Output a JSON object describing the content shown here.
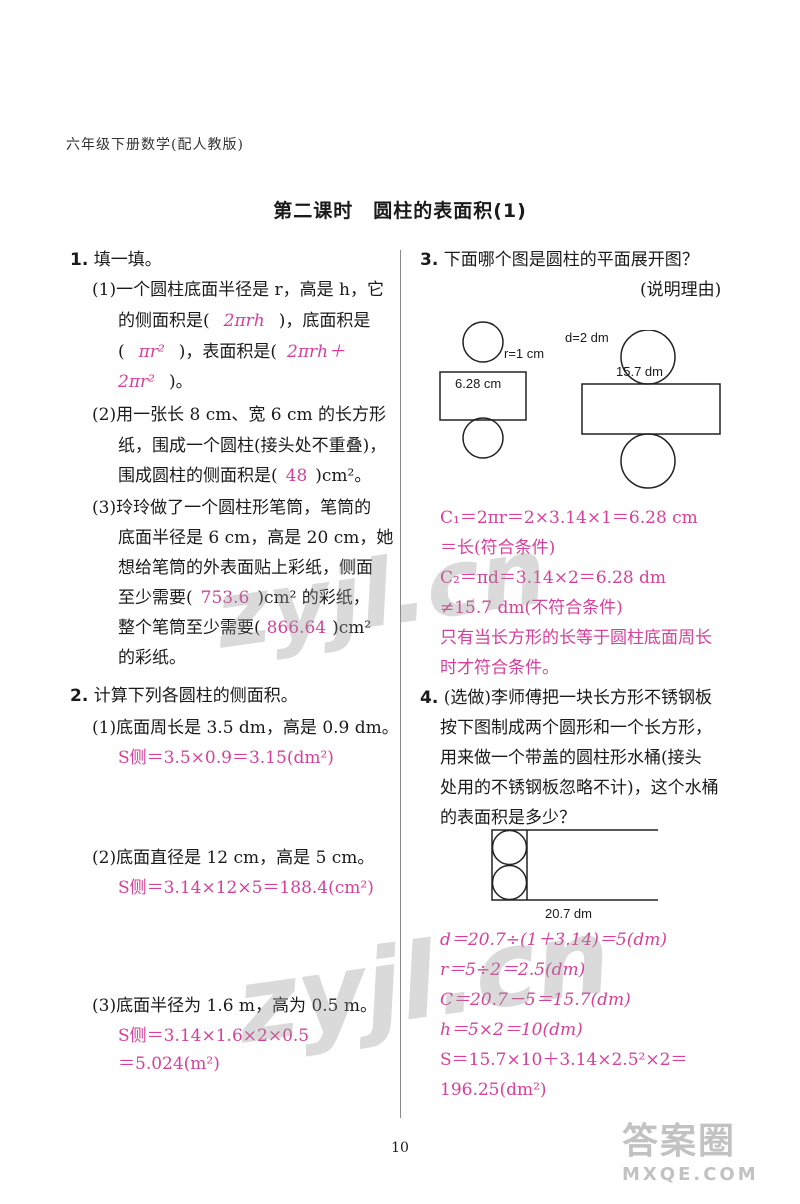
{
  "header": {
    "book_title": "六年级下册数学(配人教版)"
  },
  "title": "第二课时　圆柱的表面积(1)",
  "q1": {
    "num": "1.",
    "stem": "填一填。",
    "p1_l1": "(1)一个圆柱底面半径是 r，高是 h，它",
    "p1_l2a": "的侧面积是(",
    "p1_ans1": "2πrh",
    "p1_l2b": ")，底面积是",
    "p1_l3a": "(",
    "p1_ans2": "πr²",
    "p1_l3b": ")，表面积是(",
    "p1_ans3a": "2πrh＋",
    "p1_ans3b": "2πr²",
    "p1_l4b": ")。",
    "p2_l1": "(2)用一张长 8 cm、宽 6 cm 的长方形",
    "p2_l2": "纸，围成一个圆柱(接头处不重叠)，",
    "p2_l3a": "围成圆柱的侧面积是(",
    "p2_ans": "48",
    "p2_l3b": ")cm²。",
    "p3_l1": "(3)玲玲做了一个圆柱形笔筒，笔筒的",
    "p3_l2": "底面半径是 6 cm，高是 20 cm，她",
    "p3_l3": "想给笔筒的外表面贴上彩纸，侧面",
    "p3_l4a": "至少需要(",
    "p3_ans1": "753.6",
    "p3_l4b": ")cm² 的彩纸，",
    "p3_l5a": "整个笔筒至少需要(",
    "p3_ans2": "866.64",
    "p3_l5b": ")cm²",
    "p3_l6": "的彩纸。"
  },
  "q2": {
    "num": "2.",
    "stem": "计算下列各圆柱的侧面积。",
    "p1": "(1)底面周长是 3.5 dm，高是 0.9 dm。",
    "p1_ans": "S侧＝3.5×0.9＝3.15(dm²)",
    "p2": "(2)底面直径是 12 cm，高是 5 cm。",
    "p2_ans": "S侧＝3.14×12×5＝188.4(cm²)",
    "p3": "(3)底面半径为 1.6 m，高为 0.5 m。",
    "p3_ans1": "S侧＝3.14×1.6×2×0.5",
    "p3_ans2": "＝5.024(m²)"
  },
  "q3": {
    "num": "3.",
    "stem": "下面哪个图是圆柱的平面展开图？",
    "note": "(说明理由)",
    "fig_left": {
      "radius_label": "r=1 cm",
      "length_label": "6.28 cm"
    },
    "fig_right": {
      "diameter_label": "d=2 dm",
      "length_label": "15.7 dm"
    },
    "ans_l1": "C₁＝2πr＝2×3.14×1＝6.28 cm",
    "ans_l2": "＝长(符合条件)",
    "ans_l3": "C₂＝πd＝3.14×2＝6.28 dm",
    "ans_l4": "≠15.7 dm(不符合条件)",
    "ans_l5": "只有当长方形的长等于圆柱底面周长",
    "ans_l6": "时才符合条件。"
  },
  "q4": {
    "num": "4.",
    "tag": "(选做)",
    "l1": "李师傅把一块长方形不锈钢板",
    "l2": "按下图制成两个圆形和一个长方形，",
    "l3": "用来做一个带盖的圆柱形水桶(接头",
    "l4": "处用的不锈钢板忽略不计)，这个水桶",
    "l5": "的表面积是多少？",
    "fig_label": "20.7 dm",
    "ans_l1": "d＝20.7÷(1＋3.14)＝5(dm)",
    "ans_l2": "r＝5÷2＝2.5(dm)",
    "ans_l3": "C＝20.7－5＝15.7(dm)",
    "ans_l4": "h＝5×2＝10(dm)",
    "ans_l5": "S＝15.7×10＋3.14×2.5²×2＝",
    "ans_l6": "196.25(dm²)"
  },
  "page_number": "10",
  "watermarks": {
    "zyjl_1": "zyjl.cn",
    "zyjl_2": "zyjl.cn",
    "logo_text": "答案圈",
    "logo_url": "MXQE.COM"
  },
  "colors": {
    "answer": "#d6409a",
    "text": "#1a1a1a"
  }
}
